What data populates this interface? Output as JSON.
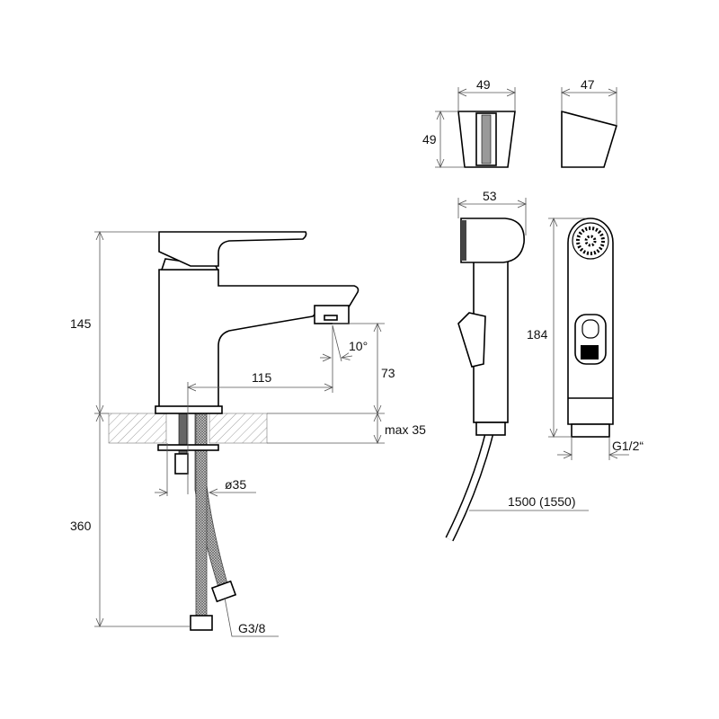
{
  "drawing": {
    "faucet": {
      "height_label": "145",
      "spout_height_label": "73",
      "spout_reach_label": "115",
      "spout_angle_label": "10°",
      "counter_thickness_label": "max 35",
      "hole_diameter_label": "ø35",
      "hose_length_label": "360",
      "connection_label": "G3/8"
    },
    "holder": {
      "front_width_label": "49",
      "front_height_label": "49",
      "side_depth_label": "47"
    },
    "hand_shower": {
      "head_width_label": "53",
      "length_label": "184",
      "connection_label": "G1/2“",
      "hose_length_label": "1500 (1550)"
    }
  }
}
